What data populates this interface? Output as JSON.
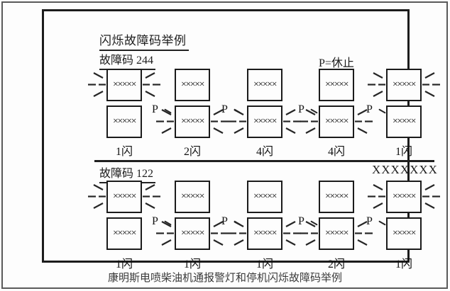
{
  "diagram": {
    "title": "闪烁故障码举例",
    "pause_legend": "P=休止",
    "pause_symbol": "P",
    "lamp_symbol": "×××××",
    "caption": "康明斯电喷柴油机通报警灯和停机闪烁故障码举例",
    "sections": [
      {
        "code_label": "故障码 244",
        "labels": [
          "1闪",
          "2闪",
          "4闪",
          "4闪",
          "1闪"
        ]
      },
      {
        "code_label": "故障码 122",
        "corner_text": "XXXXXXX",
        "labels": [
          "1闪",
          "1闪",
          "1闪",
          "2闪",
          "1闪"
        ]
      }
    ]
  }
}
